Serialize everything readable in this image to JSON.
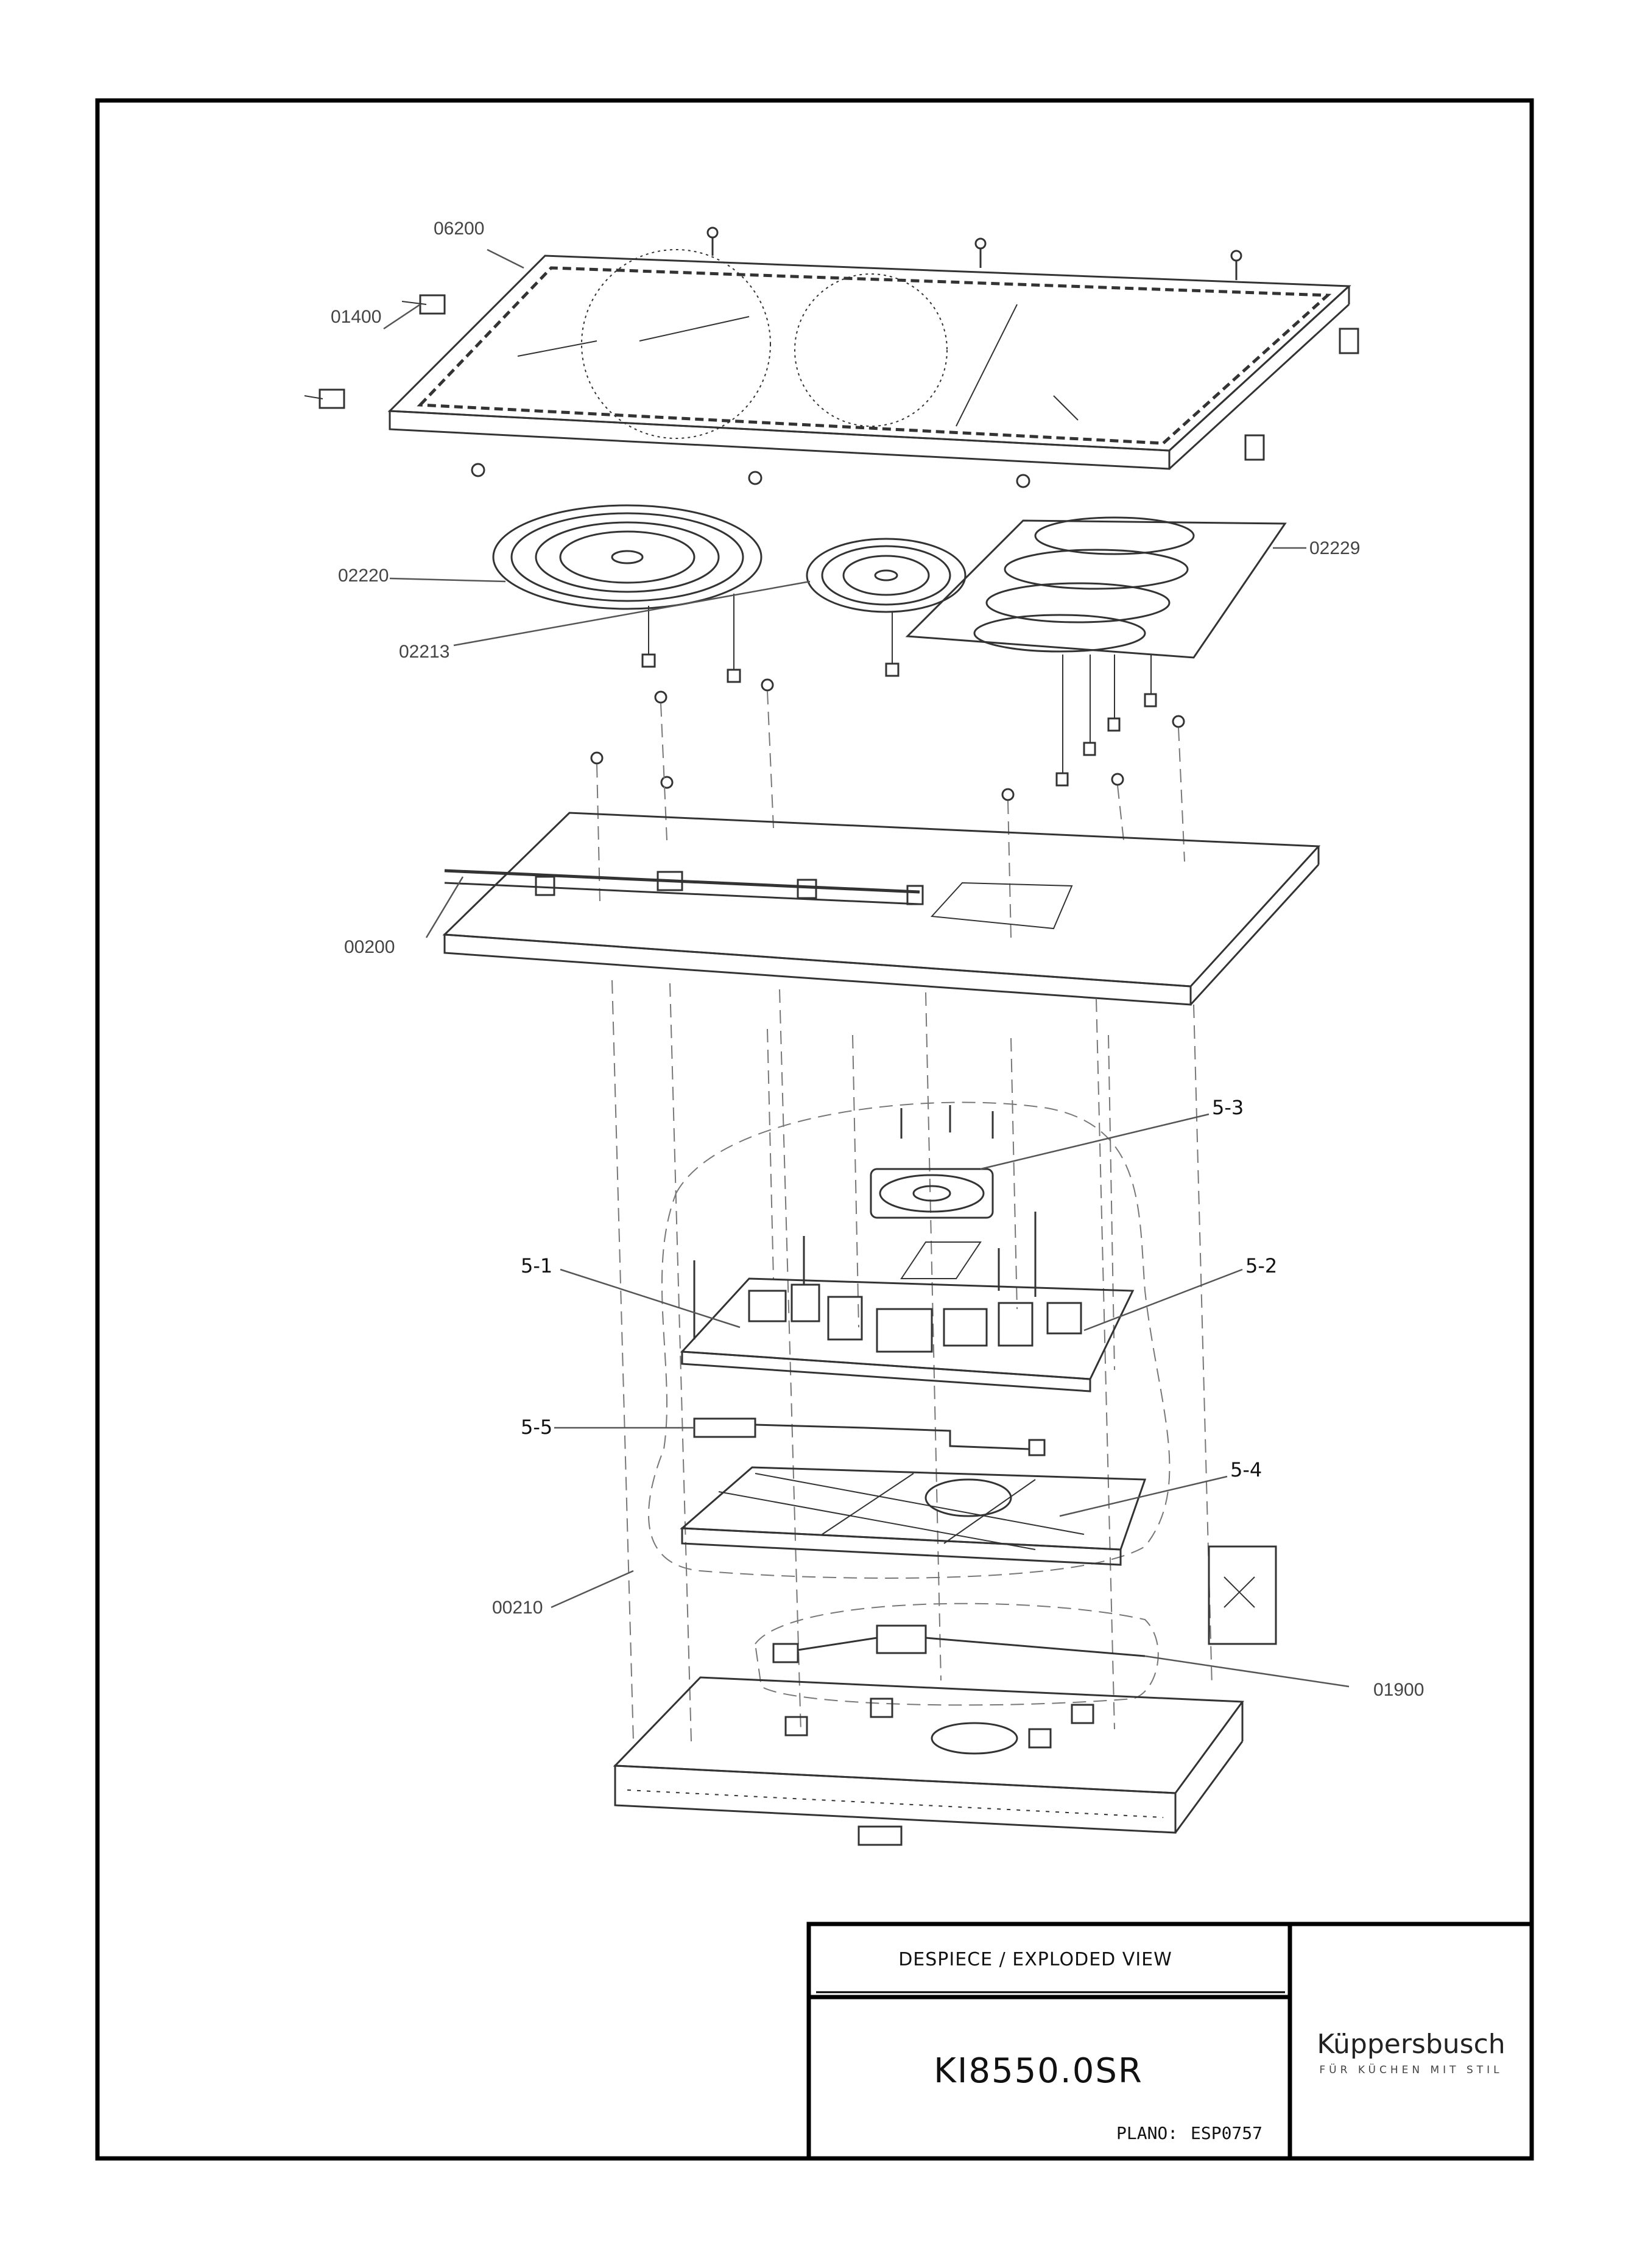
{
  "diagram": {
    "labels": {
      "p06200": "06200",
      "p01400": "01400",
      "p02220": "02220",
      "p02213": "02213",
      "p02229": "02229",
      "p00200": "00200",
      "p5_3": "5-3",
      "p5_1": "5-1",
      "p5_2": "5-2",
      "p5_5": "5-5",
      "p5_4": "5-4",
      "p00210": "00210",
      "p01900": "01900"
    }
  },
  "title_block": {
    "title": "DESPIECE / EXPLODED VIEW",
    "model": "KI8550.0SR",
    "plano_label": "PLANO:",
    "plano_value": "ESP0757"
  },
  "brand": {
    "name": "Küppersbusch",
    "tagline": "FÜR KÜCHEN MIT STIL"
  }
}
